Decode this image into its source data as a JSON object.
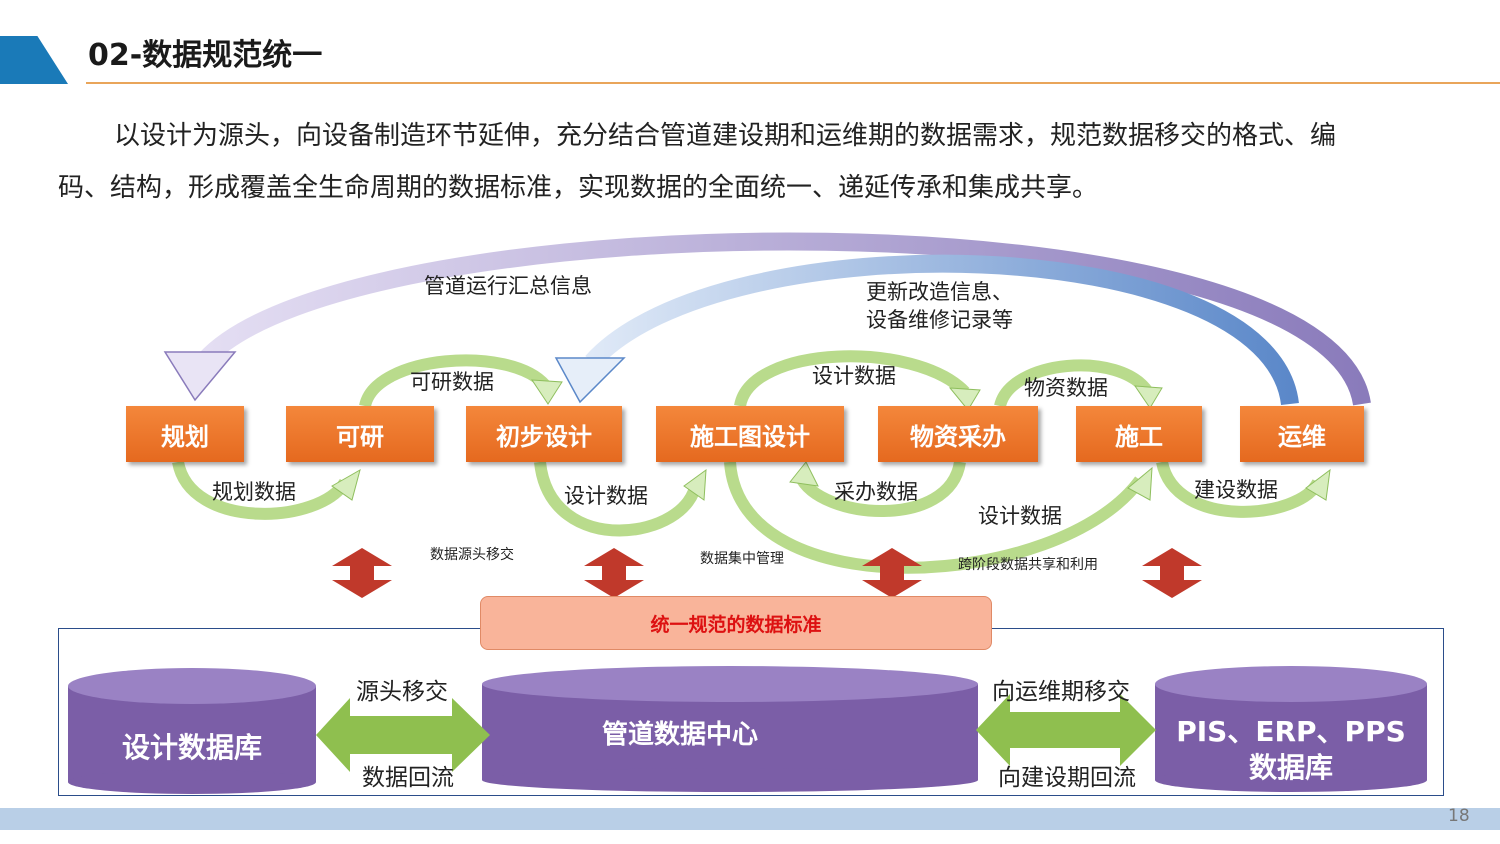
{
  "title": "02-数据规范统一",
  "intro": {
    "line1": "以设计为源头，向设备制造环节延伸，充分结合管道建设期和运维期的数据需求，规范数据移交的格式、编",
    "line2": "码、结构，形成覆盖全生命周期的数据标准，实现数据的全面统一、递延传承和集成共享。"
  },
  "stages": [
    "规划",
    "可研",
    "初步设计",
    "施工图设计",
    "物资采办",
    "施工",
    "运维"
  ],
  "top_labels": {
    "pipeline_info": "管道运行汇总信息",
    "update_info_1": "更新改造信息、",
    "update_info_2": "设备维修记录等",
    "feasibility_data": "可研数据",
    "design_data_top": "设计数据",
    "material_data": "物资数据"
  },
  "bottom_labels": {
    "planning_data": "规划数据",
    "design_data_1": "设计数据",
    "procurement_data": "采办数据",
    "design_data_2": "设计数据",
    "construction_data": "建设数据"
  },
  "small_labels": {
    "source_handover": "数据源头移交",
    "central_mgmt": "数据集中管理",
    "cross_stage": "跨阶段数据共享和利用"
  },
  "standard_box": "统一规范的数据标准",
  "databases": {
    "design_db": "设计数据库",
    "data_center": "管道数据中心",
    "erp_line1": "PIS、ERP、PPS",
    "erp_line2": "数据库"
  },
  "flows": {
    "source_transfer": "源头移交",
    "data_backflow": "数据回流",
    "to_om": "向运维期移交",
    "construction_backflow": "向建设期回流"
  },
  "page_number": "18",
  "colors": {
    "stage": "#ee7a2e",
    "green_arrow": "#b9db8c",
    "purple_arrow": "#a497c8",
    "blue_arrow": "#6f9bd6",
    "db": "#7b5ea7",
    "red_arrow": "#c0392b"
  }
}
